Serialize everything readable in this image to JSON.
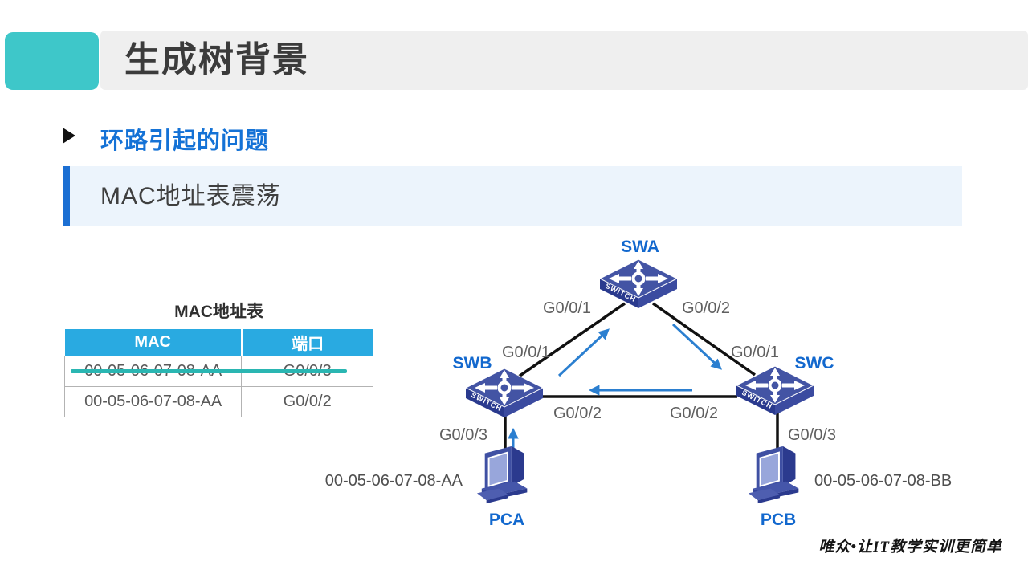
{
  "header": {
    "title": "生成树背景"
  },
  "bullet": {
    "label": "环路引起的问题"
  },
  "section": {
    "label": "MAC地址表震荡"
  },
  "mac_table": {
    "title": "MAC地址表",
    "columns": [
      "MAC",
      "端口"
    ],
    "rows": [
      {
        "mac": "00-05-06-07-08-AA",
        "port": "G0/0/3",
        "struck": true
      },
      {
        "mac": "00-05-06-07-08-AA",
        "port": "G0/0/2",
        "struck": false
      }
    ]
  },
  "diagram": {
    "switch_face_label": "SWITCH",
    "switches": [
      {
        "name": "SWA"
      },
      {
        "name": "SWB"
      },
      {
        "name": "SWC"
      }
    ],
    "ports": {
      "swa_left": "G0/0/1",
      "swa_right": "G0/0/2",
      "swb_up": "G0/0/1",
      "swc_up": "G0/0/1",
      "swb_h": "G0/0/2",
      "swc_h": "G0/0/2",
      "swb_down": "G0/0/3",
      "swc_down": "G0/0/3"
    },
    "pcs": [
      {
        "name": "PCA",
        "mac": "00-05-06-07-08-AA"
      },
      {
        "name": "PCB",
        "mac": "00-05-06-07-08-BB"
      }
    ]
  },
  "footer": {
    "slogan": "唯众•让IT教学实训更简单"
  },
  "colors": {
    "accent-teal": "#3EC7C9",
    "title-bar-bg": "#EFEFEF",
    "title-text": "#3B3B3B",
    "heading-blue": "#1472D6",
    "section-bg": "#ECF4FC",
    "section-border": "#1B6FD3",
    "table-header-bg": "#29AAE1",
    "strike-teal": "#2AB6B2",
    "device-label-blue": "#1268CE",
    "arrow-blue": "#2B7FD0",
    "link-black": "#111111",
    "switch-top": "#4354A4",
    "switch-left": "#2A3A8E",
    "switch-right": "#3B4BA0",
    "label-gray": "#606060"
  }
}
